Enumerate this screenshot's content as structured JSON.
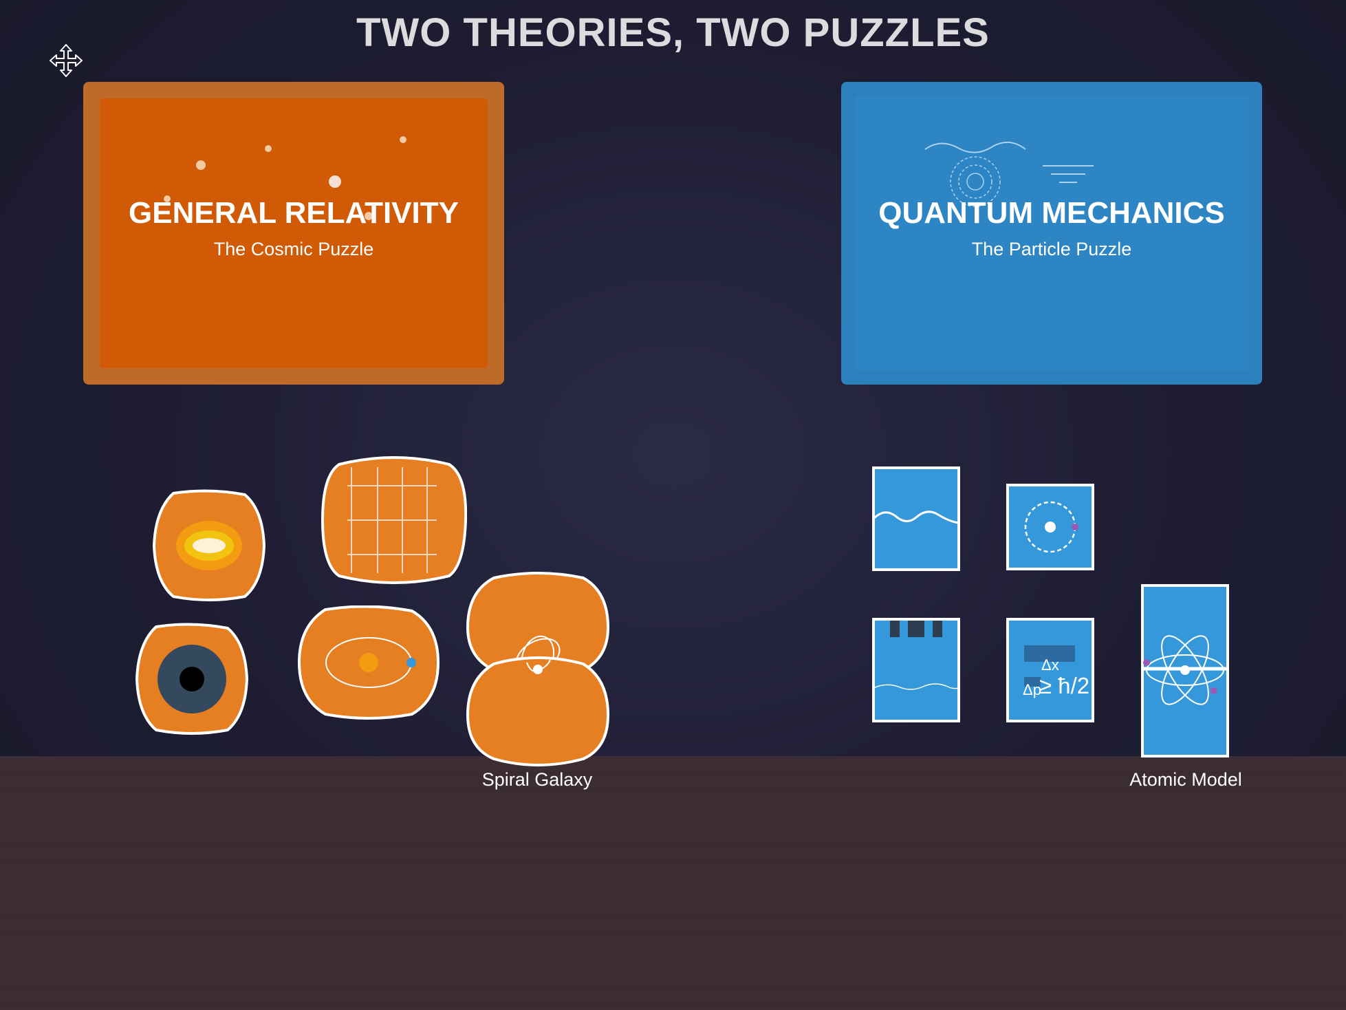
{
  "page": {
    "title": "TWO THEORIES, TWO PUZZLES"
  },
  "general_relativity": {
    "title": "GENERAL RELATIVITY",
    "subtitle": "The Cosmic Puzzle",
    "color": "#d05a05",
    "pieces": [
      "sun",
      "spacetime-grid",
      "black-hole",
      "planet-orbit",
      "galaxy-top",
      "galaxy-bottom"
    ],
    "assembled_label": "Spiral Galaxy"
  },
  "quantum_mechanics": {
    "title": "QUANTUM MECHANICS",
    "subtitle": "The Particle Puzzle",
    "color": "#2e85c3",
    "pieces": [
      "wave",
      "electron-orbit",
      "double-slit",
      "uncertainty",
      "atom"
    ],
    "uncertainty_dx": "Δx",
    "uncertainty_dp": "Δp",
    "uncertainty_rhs": "≥ ħ/2",
    "assembled_label": "Atomic Model"
  },
  "icons": {
    "move_handle": "move-arrows-icon"
  },
  "colors": {
    "background": "#1d1c31",
    "table": "#3c2d35",
    "gr_piece": "#e57f22",
    "qm_piece": "#3598db",
    "title_text": "#dcdcdf"
  }
}
